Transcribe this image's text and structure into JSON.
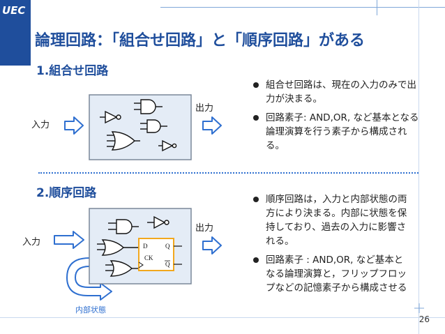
{
  "logo": {
    "text": "UEC"
  },
  "title": "論理回路：「組合せ回路」と「順序回路」がある",
  "section1": {
    "heading": "1.組合せ回路",
    "input_label": "入力",
    "output_label": "出力",
    "bullets": [
      "組合せ回路は、現在の入力のみで出力が決まる。",
      "回路素子: AND,OR, など基本となる論理演算を行う素子から構成される。"
    ]
  },
  "section2": {
    "heading": "2.順序回路",
    "input_label": "入力",
    "output_label": "出力",
    "feedback_label": "内部状態",
    "flipflop": {
      "d": "D",
      "q": "Q",
      "ck": "CK",
      "qbar": "Q"
    },
    "bullets": [
      "順序回路は，入力と内部状態の両方により決まる。内部に状態を保持しており、過去の入力に影響される。",
      "回路素子 : AND,OR, など基本となる論理演算と，フリップフロップなどの記憶素子から構成させる"
    ]
  },
  "page_number": "26",
  "colors": {
    "brand": "#1f4e9c",
    "box_fill": "#e4ecf6",
    "box_border": "#7a8798",
    "arrow": "#2e6fd0",
    "flipflop": "#f2a81d"
  },
  "icons": [
    "not-gate-icon",
    "and-gate-icon",
    "or-gate-icon",
    "flipflop-icon",
    "right-arrow-icon",
    "feedback-arrow-icon"
  ]
}
